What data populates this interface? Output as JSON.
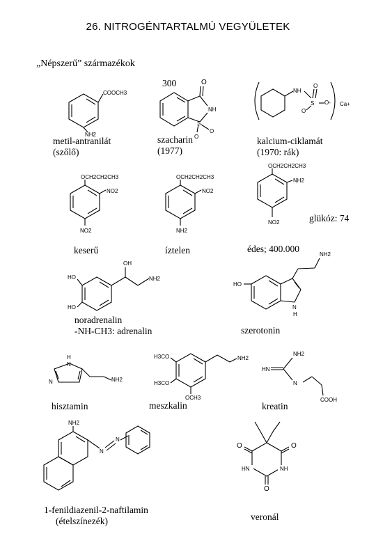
{
  "title": "26. NITROGÉNTARTALMÚ VEGYÜLETEK",
  "subtitle": "„Népszerű” származékok",
  "compounds": [
    {
      "name": "metil-antranilát",
      "note": "(szőlő)",
      "groups": [
        "COOCH3",
        "NH2"
      ]
    },
    {
      "name": "szacharin",
      "note": "(1977)",
      "value": "300",
      "groups": [
        "O",
        "NH",
        "S",
        "O",
        "O"
      ]
    },
    {
      "name": "kalcium-ciklamát",
      "note": "(1970: rák)",
      "groups": [
        "NH",
        "S",
        "O",
        "O",
        "O-",
        "Ca+"
      ]
    },
    {
      "name": "keserű",
      "groups": [
        "OCH2CH2CH3",
        "NO2",
        "NO2"
      ]
    },
    {
      "name": "íztelen",
      "groups": [
        "OCH2CH2CH3",
        "NO2",
        "NH2"
      ]
    },
    {
      "name": "édes; 400.000",
      "groups": [
        "OCH2CH2CH3",
        "NH2",
        "NO2"
      ]
    },
    {
      "name": "glükóz: 74"
    },
    {
      "name": "noradrenalin",
      "note": "-NH-CH3: adrenalin",
      "groups": [
        "HO",
        "HO",
        "OH",
        "NH2"
      ]
    },
    {
      "name": "szerotonin",
      "groups": [
        "HO",
        "NH2",
        "N",
        "H"
      ]
    },
    {
      "name": "hisztamin",
      "groups": [
        "H",
        "N",
        "N",
        "NH2"
      ]
    },
    {
      "name": "meszkalin",
      "groups": [
        "H3CO",
        "H3CO",
        "OCH3",
        "NH2"
      ]
    },
    {
      "name": "kreatin",
      "groups": [
        "NH2",
        "HN",
        "N",
        "COOH"
      ]
    },
    {
      "name": "1-fenildiazenil-2-naftilamin",
      "note": "(ételszínezék)",
      "groups": [
        "NH2",
        "N",
        "N"
      ]
    },
    {
      "name": "veronál",
      "groups": [
        "O",
        "O",
        "O",
        "HN",
        "NH"
      ]
    }
  ]
}
